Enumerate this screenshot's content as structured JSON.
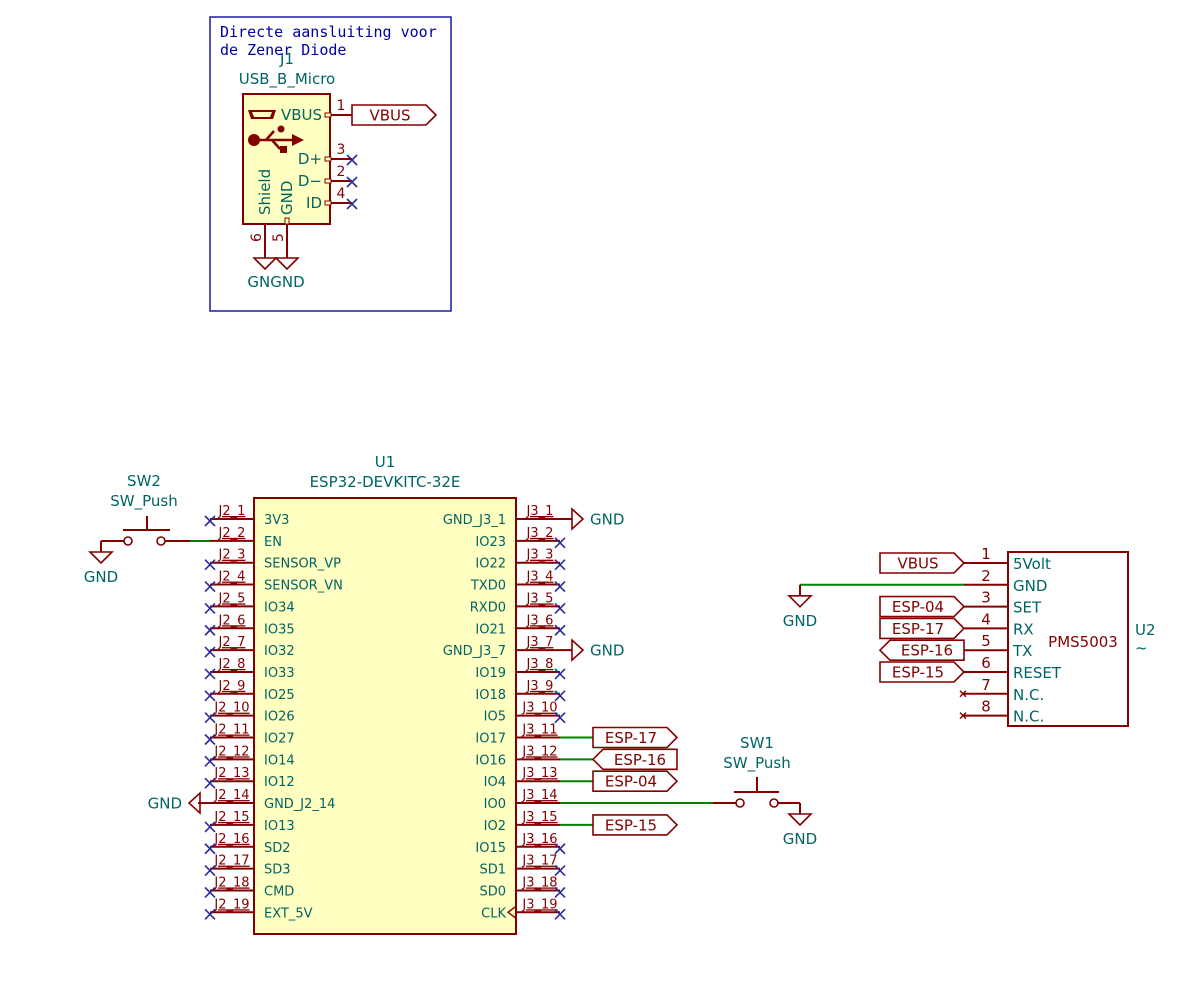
{
  "note": {
    "lines": [
      "Directe aansluiting voor",
      "de Zener Diode"
    ]
  },
  "j1": {
    "ref": "J1",
    "value": "USB_B_Micro",
    "pins_right": [
      {
        "name": "VBUS",
        "num": "1",
        "label": "VBUS",
        "nc": false
      },
      {
        "name": "D+",
        "num": "3",
        "nc": true
      },
      {
        "name": "D−",
        "num": "2",
        "nc": true
      },
      {
        "name": "ID",
        "num": "4",
        "nc": true
      }
    ],
    "pins_bottom": [
      {
        "name": "Shield",
        "num": "6",
        "power": "GND"
      },
      {
        "name": "GND",
        "num": "5",
        "power": "GND"
      }
    ],
    "power_text": "GNGND"
  },
  "u1": {
    "ref": "U1",
    "value": "ESP32-DEVKITC-32E",
    "left_pins": [
      {
        "num": "J2_1",
        "name": "3V3",
        "nc": true
      },
      {
        "num": "J2_2",
        "name": "EN",
        "nc": false,
        "net": "SW2"
      },
      {
        "num": "J2_3",
        "name": "SENSOR_VP",
        "nc": true
      },
      {
        "num": "J2_4",
        "name": "SENSOR_VN",
        "nc": true
      },
      {
        "num": "J2_5",
        "name": "IO34",
        "nc": true
      },
      {
        "num": "J2_6",
        "name": "IO35",
        "nc": true
      },
      {
        "num": "J2_7",
        "name": "IO32",
        "nc": true
      },
      {
        "num": "J2_8",
        "name": "IO33",
        "nc": true
      },
      {
        "num": "J2_9",
        "name": "IO25",
        "nc": true
      },
      {
        "num": "J2_10",
        "name": "IO26",
        "nc": true
      },
      {
        "num": "J2_11",
        "name": "IO27",
        "nc": true
      },
      {
        "num": "J2_12",
        "name": "IO14",
        "nc": true
      },
      {
        "num": "J2_13",
        "name": "IO12",
        "nc": true
      },
      {
        "num": "J2_14",
        "name": "GND_J2_14",
        "nc": false,
        "power": "GND"
      },
      {
        "num": "J2_15",
        "name": "IO13",
        "nc": true
      },
      {
        "num": "J2_16",
        "name": "SD2",
        "nc": true
      },
      {
        "num": "J2_17",
        "name": "SD3",
        "nc": true
      },
      {
        "num": "J2_18",
        "name": "CMD",
        "nc": true
      },
      {
        "num": "J2_19",
        "name": "EXT_5V",
        "nc": true
      }
    ],
    "right_pins": [
      {
        "num": "J3_1",
        "name": "GND_J3_1",
        "nc": false,
        "power": "GND"
      },
      {
        "num": "J3_2",
        "name": "IO23",
        "nc": true
      },
      {
        "num": "J3_3",
        "name": "IO22",
        "nc": true
      },
      {
        "num": "J3_4",
        "name": "TXD0",
        "nc": true
      },
      {
        "num": "J3_5",
        "name": "RXD0",
        "nc": true
      },
      {
        "num": "J3_6",
        "name": "IO21",
        "nc": true
      },
      {
        "num": "J3_7",
        "name": "GND_J3_7",
        "nc": false,
        "power": "GND"
      },
      {
        "num": "J3_8",
        "name": "IO19",
        "nc": true
      },
      {
        "num": "J3_9",
        "name": "IO18",
        "nc": true
      },
      {
        "num": "J3_10",
        "name": "IO5",
        "nc": true
      },
      {
        "num": "J3_11",
        "name": "IO17",
        "nc": false,
        "label": "ESP-17",
        "dir": "out"
      },
      {
        "num": "J3_12",
        "name": "IO16",
        "nc": false,
        "label": "ESP-16",
        "dir": "in"
      },
      {
        "num": "J3_13",
        "name": "IO4",
        "nc": false,
        "label": "ESP-04",
        "dir": "out"
      },
      {
        "num": "J3_14",
        "name": "IO0",
        "nc": false,
        "net": "SW1"
      },
      {
        "num": "J3_15",
        "name": "IO2",
        "nc": false,
        "label": "ESP-15",
        "dir": "out"
      },
      {
        "num": "J3_16",
        "name": "IO15",
        "nc": true
      },
      {
        "num": "J3_17",
        "name": "SD1",
        "nc": true
      },
      {
        "num": "J3_18",
        "name": "SD0",
        "nc": true
      },
      {
        "num": "J3_19",
        "name": "CLK",
        "nc": true
      }
    ]
  },
  "sw2": {
    "ref": "SW2",
    "value": "SW_Push",
    "power": "GND"
  },
  "sw1": {
    "ref": "SW1",
    "value": "SW_Push",
    "power": "GND"
  },
  "u2": {
    "ref": "U2",
    "value": "PMS5003",
    "footprint": "~",
    "pins": [
      {
        "num": "1",
        "name": "5Volt",
        "label": "VBUS",
        "dir": "out"
      },
      {
        "num": "2",
        "name": "GND",
        "power": "GND"
      },
      {
        "num": "3",
        "name": "SET",
        "label": "ESP-04",
        "dir": "out"
      },
      {
        "num": "4",
        "name": "RX",
        "label": "ESP-17",
        "dir": "out"
      },
      {
        "num": "5",
        "name": "TX",
        "label": "ESP-16",
        "dir": "in"
      },
      {
        "num": "6",
        "name": "RESET",
        "label": "ESP-15",
        "dir": "out"
      },
      {
        "num": "7",
        "name": "N.C.",
        "nc": true
      },
      {
        "num": "8",
        "name": "N.C.",
        "nc": true
      }
    ]
  },
  "colors": {
    "symbol_outline": "#840000",
    "symbol_fill": "#ffffc2",
    "text_teal": "#006464",
    "wire_green": "#008400",
    "note_blue": "#0000a0",
    "noconnect": "#2a2a9a"
  }
}
